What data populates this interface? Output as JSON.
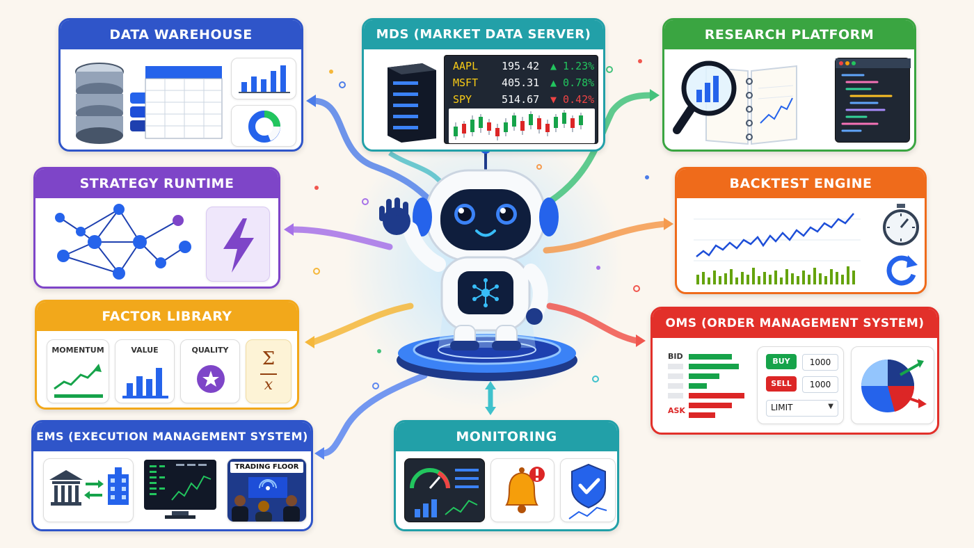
{
  "colors": {
    "data_warehouse": "#2f55c9",
    "mds": "#22a0a8",
    "research": "#3aa541",
    "strategy": "#7e45c8",
    "backtest": "#ef6b1b",
    "factor": "#f2a81b",
    "oms": "#e2302a",
    "ems": "#2f55c9",
    "monitoring": "#22a0a8"
  },
  "panels": {
    "data_warehouse": {
      "title": "DATA WAREHOUSE"
    },
    "mds": {
      "title": "MDS (MARKET DATA SERVER)",
      "quotes": [
        {
          "symbol": "AAPL",
          "price": "195.42",
          "change": "▲ 1.23%",
          "dir": "up"
        },
        {
          "symbol": "MSFT",
          "price": "405.31",
          "change": "▲ 0.78%",
          "dir": "up"
        },
        {
          "symbol": "SPY",
          "price": "514.67",
          "change": "▼ 0.42%",
          "dir": "down"
        }
      ]
    },
    "research": {
      "title": "RESEARCH PLATFORM"
    },
    "strategy": {
      "title": "STRATEGY RUNTIME"
    },
    "backtest": {
      "title": "BACKTEST ENGINE"
    },
    "factor": {
      "title": "FACTOR LIBRARY",
      "cards": [
        "MOMENTUM",
        "VALUE",
        "QUALITY"
      ],
      "sigma": "Σ",
      "var": "x"
    },
    "oms": {
      "title": "OMS (ORDER MANAGEMENT SYSTEM)",
      "bid": "BID",
      "ask": "ASK",
      "buy": "BUY",
      "sell": "SELL",
      "buy_qty": "1000",
      "sell_qty": "1000",
      "order_type": "LIMIT"
    },
    "ems": {
      "title": "EMS (EXECUTION MANAGEMENT SYSTEM)",
      "trading_floor": "TRADING FLOOR"
    },
    "monitoring": {
      "title": "MONITORING"
    }
  },
  "icons": [
    "database-icon",
    "table-icon",
    "bar-chart-icon",
    "donut-chart-icon",
    "server-icon",
    "candlestick-icon",
    "magnifier-icon",
    "notebook-icon",
    "code-editor-icon",
    "network-graph-icon",
    "lightning-icon",
    "stopwatch-icon",
    "refresh-icon",
    "star-icon",
    "bank-icon",
    "exchange-arrows-icon",
    "building-icon",
    "bell-icon",
    "alert-icon",
    "shield-check-icon",
    "gauge-icon",
    "robot-icon",
    "pie-chart-icon"
  ]
}
